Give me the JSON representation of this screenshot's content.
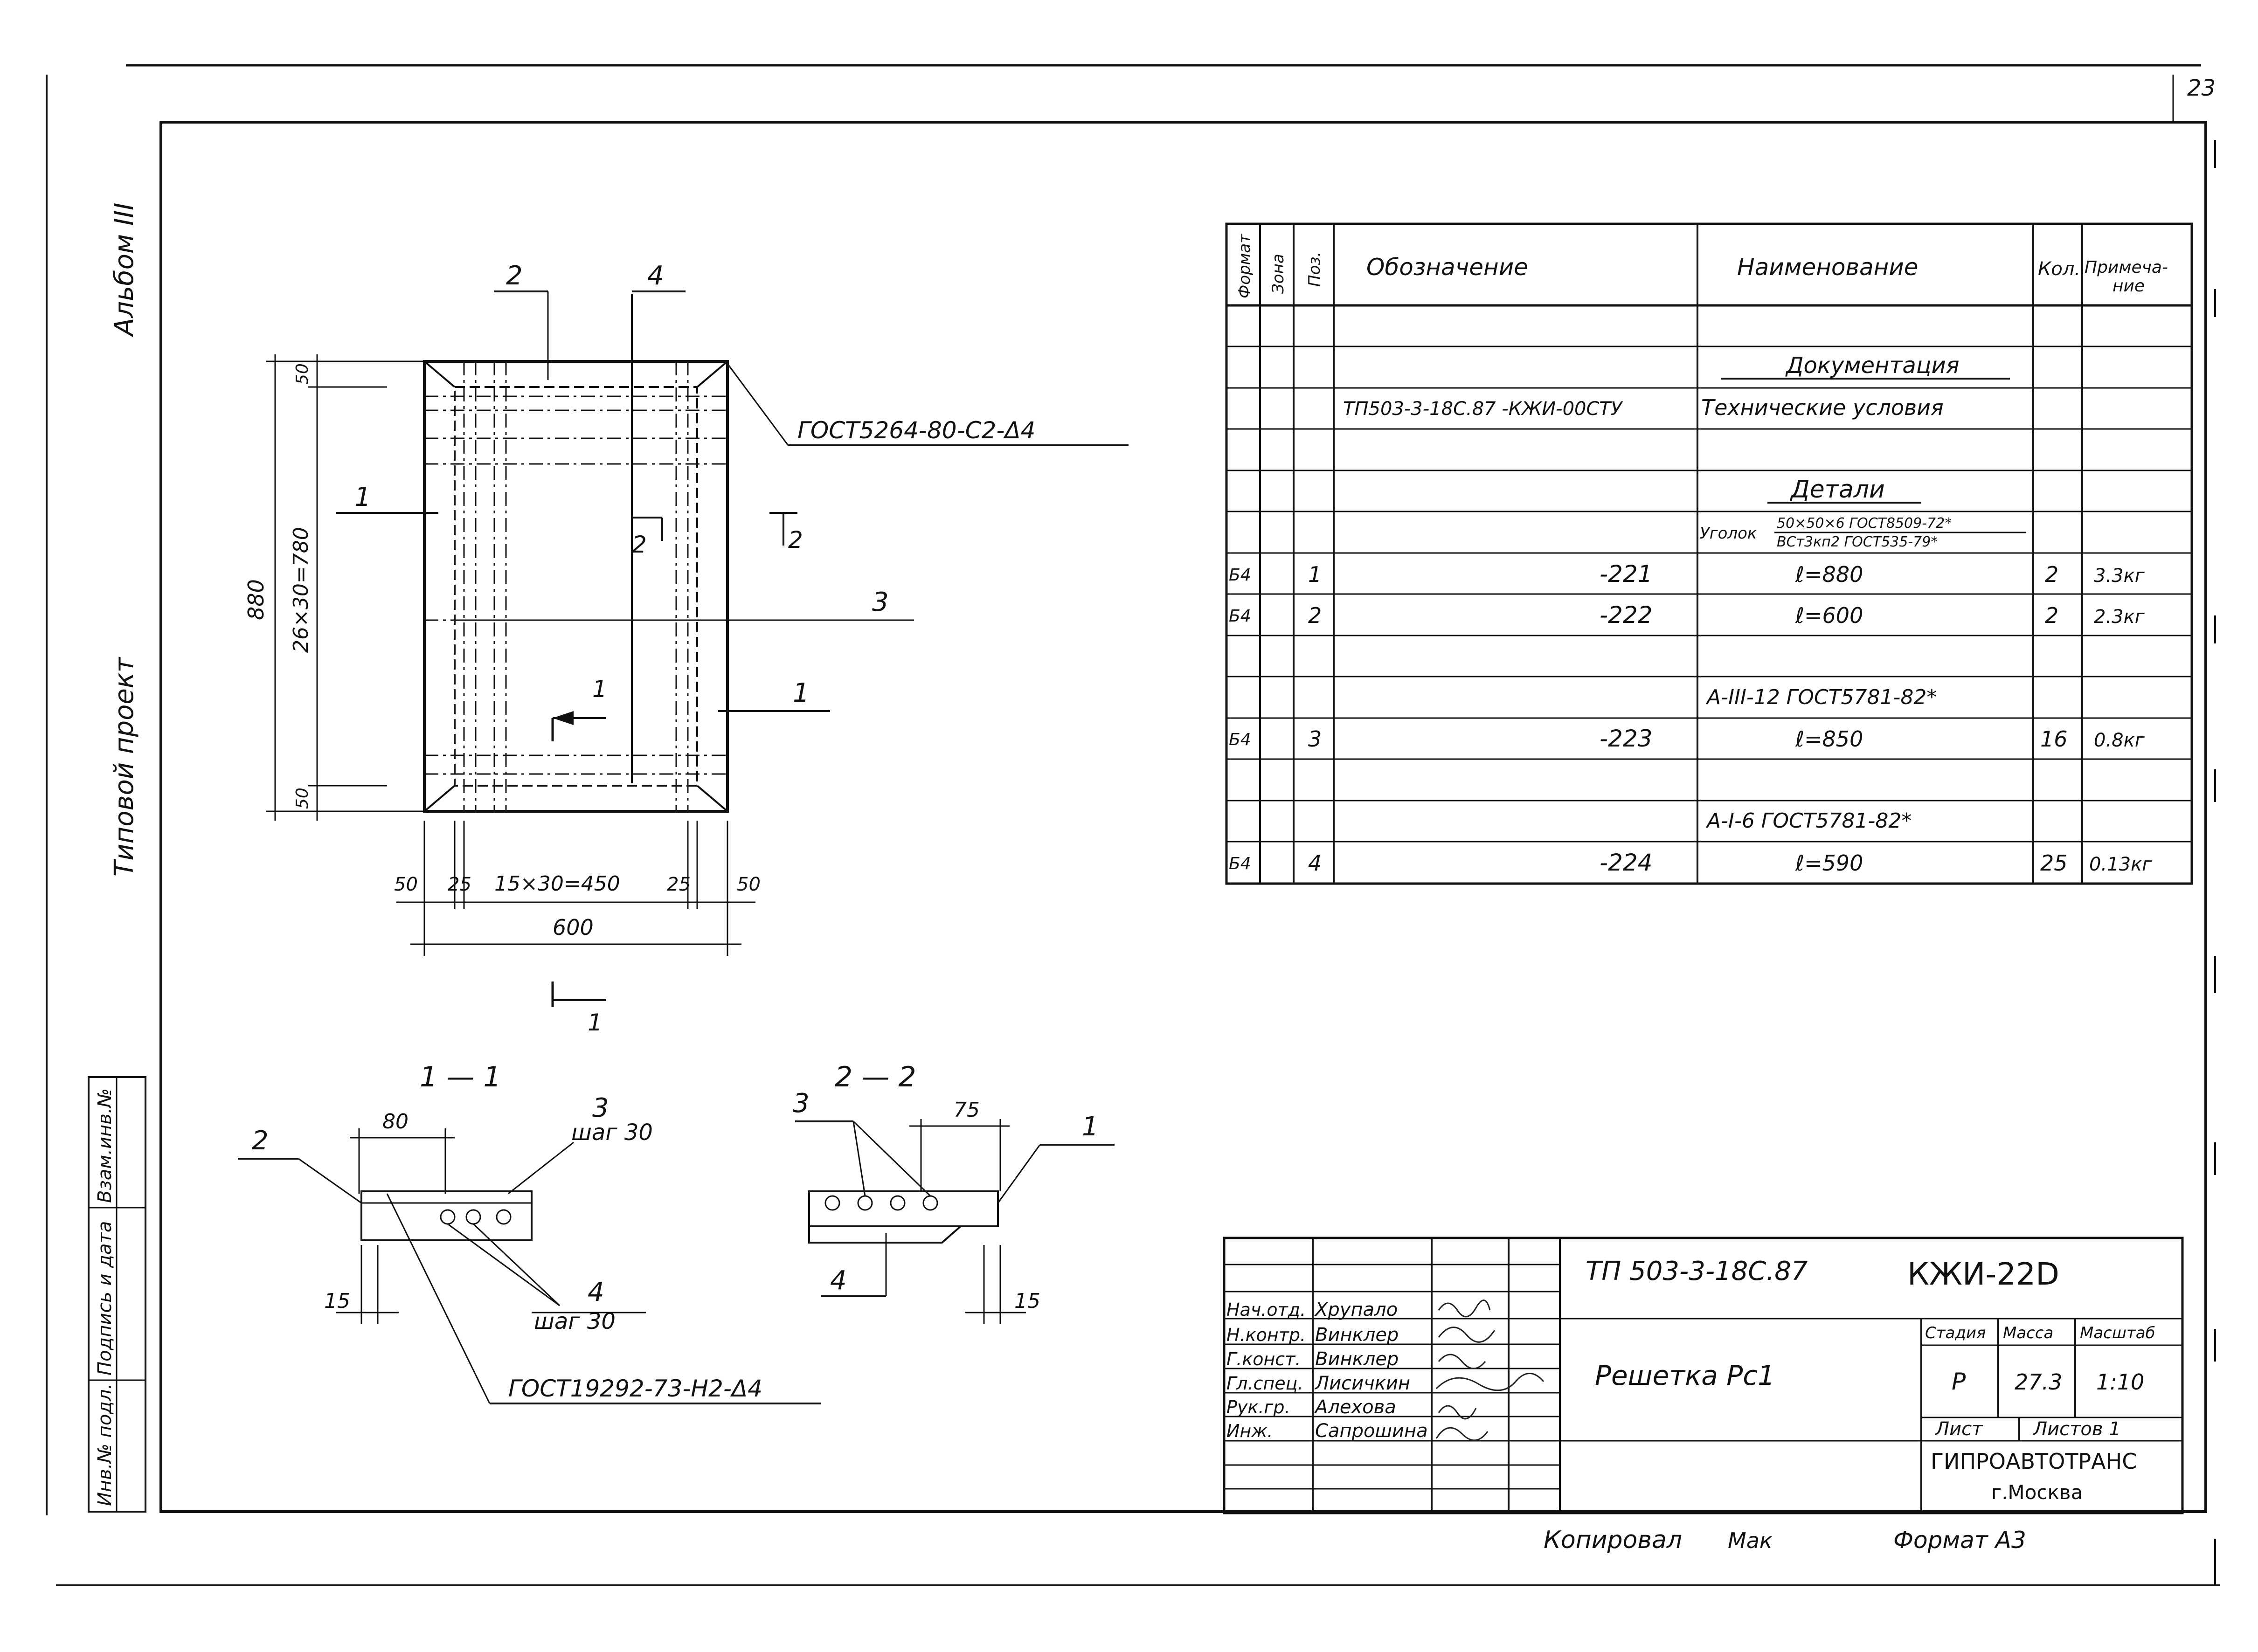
{
  "sheet": {
    "page_number": "23",
    "format": "Формат А3",
    "copied": "Копировал",
    "copied_sign": "Мак"
  },
  "margin_labels": {
    "album": "Альбом III",
    "project": "Типовой проект",
    "stamp_cols": [
      "Инв.№ подл.",
      "Подпись и дата",
      "Взам.инв.№"
    ]
  },
  "spec": {
    "headers": {
      "format": "Формат",
      "zone": "Зона",
      "pos": "Поз.",
      "designation": "Обозначение",
      "name": "Наименование",
      "qty": "Кол.",
      "note_line1": "Примеча-",
      "note_line2": "ние"
    },
    "section_docs": "Документация",
    "doc_row": {
      "designation": "ТП503-3-18С.87 -КЖИ-00СТУ",
      "name": "Технические условия"
    },
    "section_parts": "Детали",
    "angle_row": {
      "prefix": "Уголок",
      "line1": "50×50×6 ГОСТ8509-72*",
      "line2": "ВСт3кп2 ГОСТ535-79*"
    },
    "rebar_12": "А-III-12 ГОСТ5781-82*",
    "rebar_6": "А-I-6 ГОСТ5781-82*",
    "rows": [
      {
        "format": "Б4",
        "pos": "1",
        "designation": "-221",
        "name": "ℓ=880",
        "qty": "2",
        "note": "3.3кг"
      },
      {
        "format": "Б4",
        "pos": "2",
        "designation": "-222",
        "name": "ℓ=600",
        "qty": "2",
        "note": "2.3кг"
      },
      {
        "format": "Б4",
        "pos": "3",
        "designation": "-223",
        "name": "ℓ=850",
        "qty": "16",
        "note": "0.8кг"
      },
      {
        "format": "Б4",
        "pos": "4",
        "designation": "-224",
        "name": "ℓ=590",
        "qty": "25",
        "note": "0.13кг"
      }
    ]
  },
  "plan_view": {
    "dims": {
      "total_height": "880",
      "top": "50",
      "middle": "26×30=780",
      "bottom": "50",
      "w_left": "50",
      "w_l25": "25",
      "w_middle": "15×30=450",
      "w_r25": "25",
      "w_right": "50",
      "total_width": "600"
    },
    "weld_top": "ГОСТ5264-80-С2-Δ4",
    "positions": {
      "p1": "1",
      "p2": "2",
      "p3": "3",
      "p4": "4"
    },
    "cuts": {
      "c1": "1",
      "c2": "2"
    }
  },
  "section_1_1": {
    "title": "1 — 1",
    "dim_80": "80",
    "dim_15": "15",
    "pos_2": "2",
    "pos_3": "3",
    "pos_4": "4",
    "step_a": "шаг 30",
    "step_b": "шаг 30",
    "weld": "ГОСТ19292-73-Н2-Δ4"
  },
  "section_2_2": {
    "title": "2 — 2",
    "dim_75": "75",
    "dim_15": "15",
    "pos_3": "3",
    "pos_1": "1",
    "pos_4": "4"
  },
  "title_block": {
    "project_code": "ТП 503-3-18С.87",
    "drawing_code": "КЖИ-22D",
    "title": "Решетка Рс1",
    "stage_label": "Стадия",
    "mass_label": "Масса",
    "scale_label": "Масштаб",
    "stage": "Р",
    "mass": "27.3",
    "scale": "1:10",
    "sheet_label": "Лист",
    "sheets_label": "Листов 1",
    "org_line1": "ГИПРОАВТОТРАНС",
    "org_line2": "г.Москва",
    "staff": [
      {
        "role": "Нач.отд.",
        "name": "Хрупало"
      },
      {
        "role": "Н.контр.",
        "name": "Винклер"
      },
      {
        "role": "Г.конст.",
        "name": "Винклер"
      },
      {
        "role": "Гл.спец.",
        "name": "Лисичкин"
      },
      {
        "role": "Рук.гр.",
        "name": "Алехова"
      },
      {
        "role": "Инж.",
        "name": "Сапрошина"
      }
    ]
  }
}
